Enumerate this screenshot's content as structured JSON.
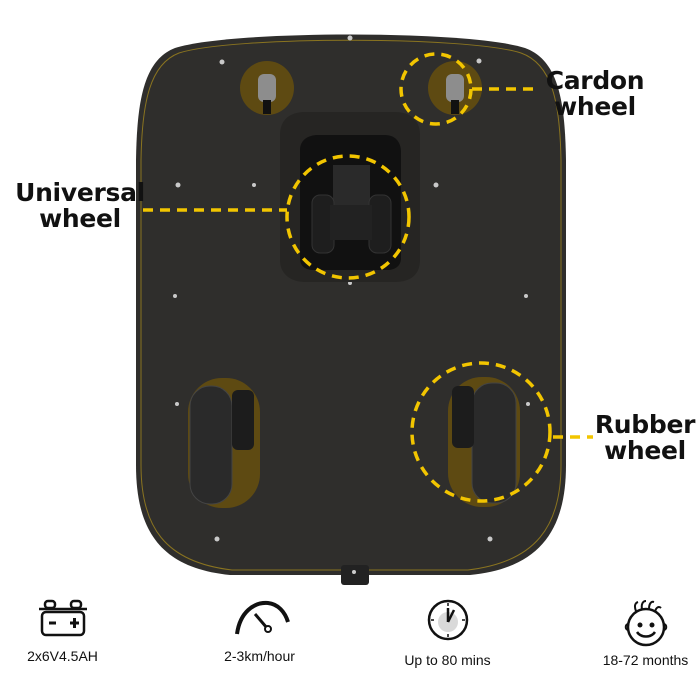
{
  "product": {
    "description": "Ride-on car underside view",
    "accent_color": "#F2C500",
    "body_color": "#2e2d2b"
  },
  "callouts": [
    {
      "id": "cardon",
      "line1": "Cardon",
      "line2": "wheel"
    },
    {
      "id": "universal",
      "line1": "Universal",
      "line2": "wheel"
    },
    {
      "id": "rubber",
      "line1": "Rubber",
      "line2": "wheel"
    }
  ],
  "features": [
    {
      "icon": "battery-icon",
      "text": "2x6V4.5AH"
    },
    {
      "icon": "speedometer-icon",
      "text": "2-3km/hour"
    },
    {
      "icon": "clock-icon",
      "text": "Up to 80 mins"
    },
    {
      "icon": "child-face-icon",
      "text": "18-72 months"
    }
  ]
}
